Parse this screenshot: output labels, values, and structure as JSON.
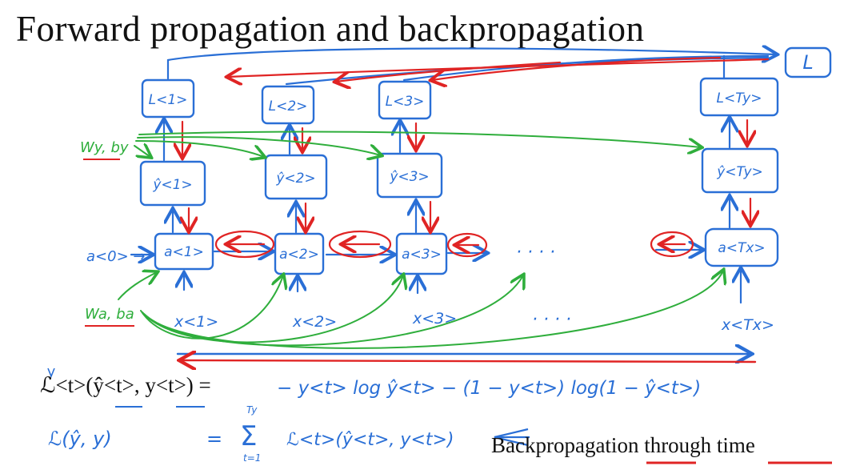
{
  "slide": {
    "title": "Forward propagation and backpropagation",
    "caption": "Backpropagation through time"
  },
  "colors": {
    "forward": "#2a6fd6",
    "backward": "#e02424",
    "weights": "#2fae3c",
    "ink": "#111111"
  },
  "total_loss_label": "L",
  "loss_labels": [
    "L<1>",
    "L<2>",
    "L<3>",
    "L<Ty>"
  ],
  "yhat_labels": [
    "ŷ<1>",
    "ŷ<2>",
    "ŷ<3>",
    "ŷ<Ty>"
  ],
  "a_labels": [
    "a<1>",
    "a<2>",
    "a<3>",
    "a<Tx>"
  ],
  "x_labels": [
    "x<1>",
    "x<2>",
    "x<3>",
    "x<Tx>"
  ],
  "a0_label": "a<0> →",
  "ellipsis": "· · · ·",
  "wy_label": "Wy, by",
  "wa_label": "Wa, ba",
  "loss_equation": {
    "lhs": "ℒ<t>(ŷ<t>, y<t>) =",
    "rhs": "− y<t> log ŷ<t> − (1 − y<t>) log(1 − ŷ<t>)"
  },
  "total_equation": {
    "lhs": "ℒ(ŷ, y)",
    "eq": "=",
    "sum_top": "Ty",
    "sum_bottom": "t=1",
    "rhs": "ℒ<t>(ŷ<t>, y<t>)"
  }
}
